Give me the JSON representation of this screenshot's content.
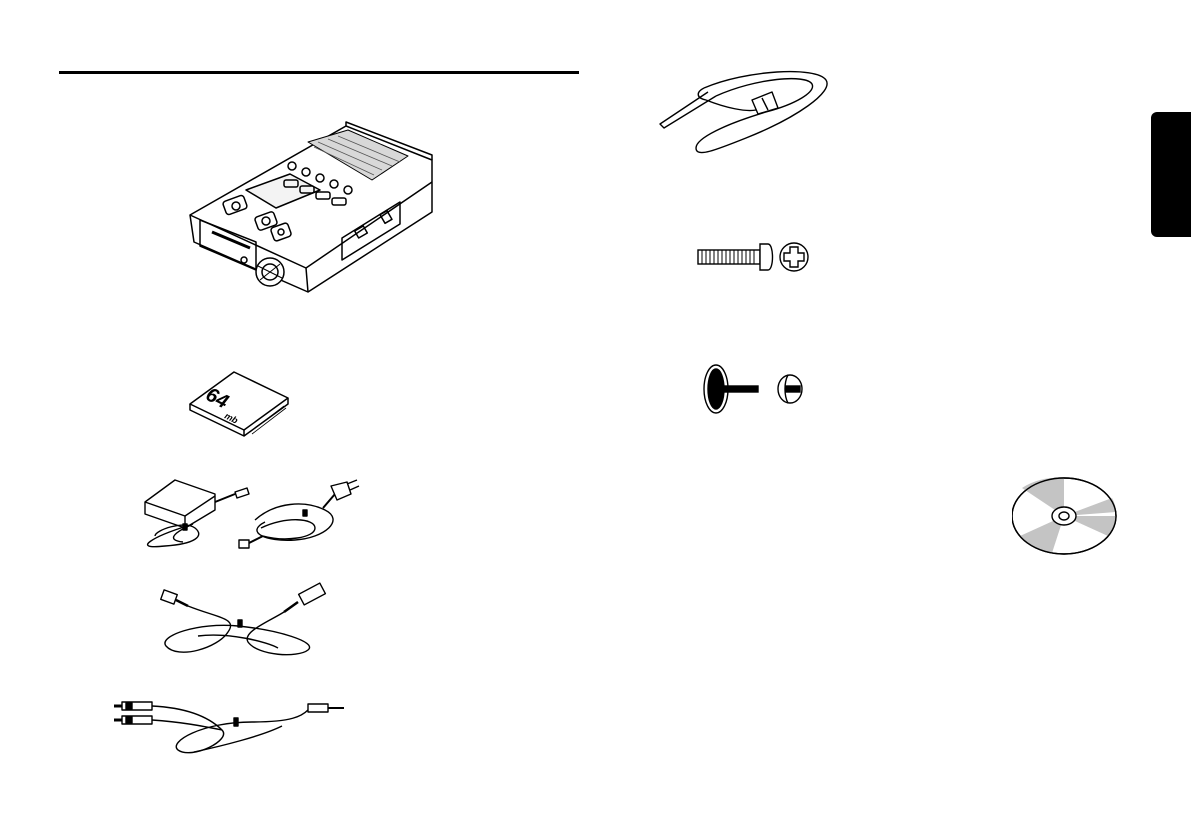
{
  "page": {
    "heading_rule": true,
    "side_tab_color": "#000000"
  },
  "items_left": [
    {
      "name": "recorder-unit",
      "icon": "recorder-icon"
    },
    {
      "name": "compactflash-card",
      "icon": "memory-card-icon",
      "label": "64",
      "label_sub": "mb"
    },
    {
      "name": "ac-adapter",
      "icon": "ac-adapter-icon"
    },
    {
      "name": "usb-cable",
      "icon": "usb-cable-icon"
    },
    {
      "name": "av-cable",
      "icon": "av-cable-icon"
    }
  ],
  "items_right": [
    {
      "name": "hand-strap",
      "icon": "strap-icon"
    },
    {
      "name": "screw",
      "icon": "screw-icon"
    },
    {
      "name": "rubber-feet",
      "icon": "foot-icon"
    },
    {
      "name": "cd-rom",
      "icon": "cd-icon"
    }
  ]
}
